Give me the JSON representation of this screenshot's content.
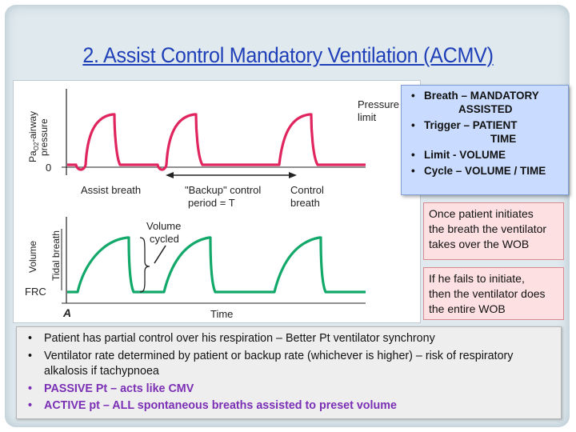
{
  "slide": {
    "title": "2. Assist Control Mandatory Ventilation (ACMV)"
  },
  "figure": {
    "top_ylabel_line1": "Pa",
    "top_ylabel_sub": "O2",
    "top_ylabel_rest": "-airway",
    "top_ylabel_line2": "pressure",
    "zero_label": "0",
    "pressure_limit_line1": "Pressure",
    "pressure_limit_line2": "limit",
    "assist_breath": "Assist breath",
    "backup_line1": "\"Backup\" control",
    "backup_line2": "period = T",
    "control_line1": "Control",
    "control_line2": "breath",
    "volume_cycled_line1": "Volume",
    "volume_cycled_line2": "cycled",
    "bottom_ylabel_volume": "Volume",
    "bottom_ylabel_tidal": "Tidal breath",
    "frc_label": "FRC",
    "panel_letter": "A",
    "time_label": "Time",
    "colors": {
      "pressure": "#e0245e",
      "volume": "#11a86a"
    }
  },
  "blue_box": {
    "b1_line1": "Breath – MANDATORY",
    "b1_line2": "ASSISTED",
    "b2_line1": "Trigger – PATIENT",
    "b2_line2": "TIME",
    "b3": "Limit - VOLUME",
    "b4": "Cycle – VOLUME / TIME",
    "bullet": "•"
  },
  "pink_box_1": {
    "line1": "Once patient initiates",
    "line2": "the breath the ventilator",
    "line3": "takes over the WOB"
  },
  "pink_box_2": {
    "line1": "If he fails to initiate,",
    "line2": "then the  ventilator does",
    "line3": "the entire WOB"
  },
  "bottom_box": {
    "bullet": "•",
    "item1": "Patient has partial control over his respiration – Better Pt ventilator synchrony",
    "item2": "Ventilator rate determined by patient or backup rate (whichever is higher) – risk of respiratory alkalosis if tachypnoea",
    "item3": "PASSIVE Pt – acts like CMV",
    "item4": "ACTIVE pt – ALL spontaneous breaths assisted to preset volume"
  }
}
